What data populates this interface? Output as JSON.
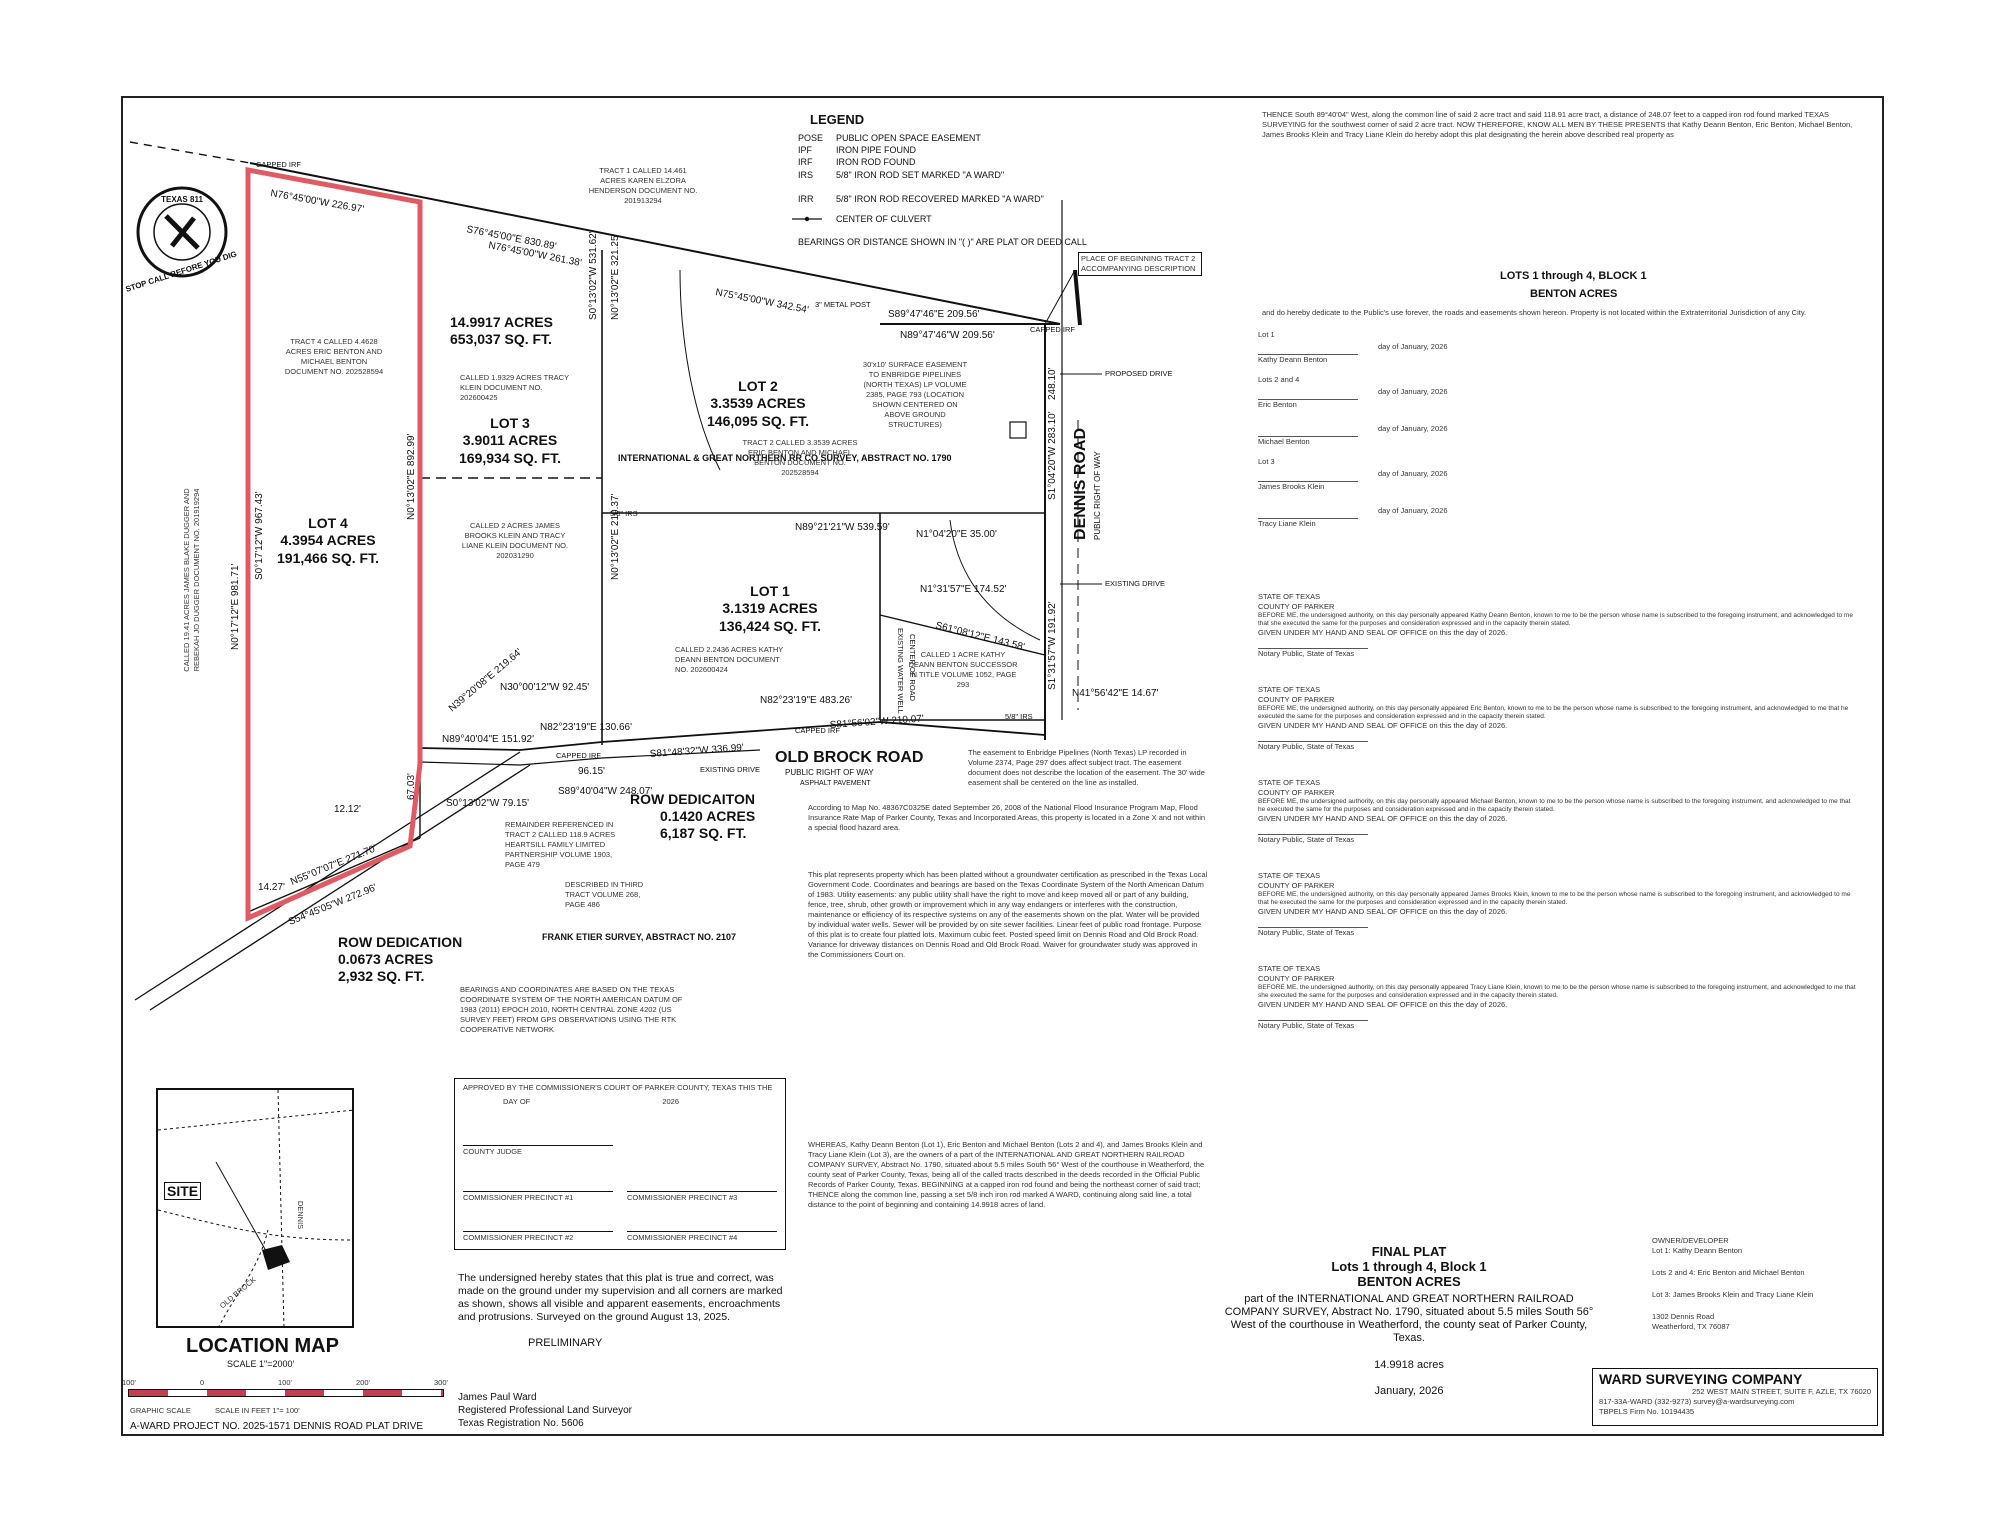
{
  "legend": {
    "title": "LEGEND",
    "items": [
      {
        "code": "POSE",
        "text": "PUBLIC OPEN SPACE EASEMENT"
      },
      {
        "code": "IPF",
        "text": "IRON PIPE FOUND"
      },
      {
        "code": "IRF",
        "text": "IRON ROD FOUND"
      },
      {
        "code": "IRS",
        "text": "5/8\" IRON ROD SET MARKED \"A WARD\""
      },
      {
        "code": "IRR",
        "text": "5/8\" IRON ROD RECOVERED MARKED \"A WARD\""
      },
      {
        "code": "",
        "text": "CENTER OF CULVERT"
      }
    ],
    "note": "BEARINGS OR DISTANCE SHOWN IN \"( )\" ARE PLAT OR DEED CALL"
  },
  "lots": [
    {
      "name": "LOT 1",
      "acres": "3.1319 ACRES",
      "sqft": "136,424 SQ. FT."
    },
    {
      "name": "LOT 2",
      "acres": "3.3539 ACRES",
      "sqft": "146,095 SQ. FT."
    },
    {
      "name": "LOT 3",
      "acres": "3.9011 ACRES",
      "sqft": "169,934 SQ. FT."
    },
    {
      "name": "LOT 4",
      "acres": "4.3954 ACRES",
      "sqft": "191,466 SQ. FT."
    }
  ],
  "total_area": {
    "acres": "14.9917 ACRES",
    "sqft": "653,037 SQ. FT."
  },
  "row_dedications": [
    {
      "title": "ROW DEDICAITON",
      "acres": "0.1420 ACRES",
      "sqft": "6,187 SQ. FT."
    },
    {
      "title": "ROW DEDICATION",
      "acres": "0.0673 ACRES",
      "sqft": "2,932 SQ. FT."
    }
  ],
  "roads": {
    "dennis": "DENNIS ROAD",
    "dennis_sub": "PUBLIC RIGHT OF WAY",
    "old_brock": "OLD BROCK ROAD",
    "old_brock_sub": "PUBLIC RIGHT OF WAY",
    "old_brock_sub2": "ASPHALT PAVEMENT"
  },
  "surveys": {
    "ign": "INTERNATIONAL & GREAT NORTHERN RR CO SURVEY, ABSTRACT NO. 1790",
    "frank": "FRANK ETIER SURVEY, ABSTRACT NO. 2107"
  },
  "bearings": [
    "N76°45'00\"W 226.97'",
    "S76°45'00\"E 830.89'",
    "N76°45'00\"W 261.38'",
    "N75°45'00\"W 342.54'",
    "S89°47'46\"E 209.56'",
    "N89°47'46\"W 209.56'",
    "N89°21'21\"W 539.59'",
    "N1°04'20\"E 35.00'",
    "N1°31'57\"E 174.52'",
    "S61°08'12\"E 143.58'",
    "S1°04'20\"W 283.10'",
    "S1°31'57\"W 191.92'",
    "N41°56'42\"E 14.67'",
    "S81°56'02\"W 210.07'",
    "N82°23'19\"E 483.26'",
    "S81°48'32\"W 336.99'",
    "N82°23'19\"E 130.66'",
    "N89°40'04\"E 151.92'",
    "S89°40'04\"W 248.07'",
    "S0°13'02\"W 79.15'",
    "N55°07'07\"E 271.70'",
    "S54°45'05\"W 272.96'",
    "N0°17'12\"E 981.71'",
    "S0°17'12\"W 967.43'",
    "N0°13'02\"E 892.99'",
    "S0°13'02\"W 531.62'",
    "N0°13'02\"E 321.25'",
    "N0°13'02\"E 210.37'",
    "N30°00'12\"W 92.45'",
    "N39°20'08\"E 219.64'",
    "96.15'",
    "12.12'",
    "14.27'",
    "67.03'",
    "248.10'"
  ],
  "callouts": {
    "tract1": "TRACT 1 CALLED 14.461 ACRES KAREN ELZORA HENDERSON DOCUMENT NO. 201913294",
    "tract4": "TRACT 4 CALLED 4.4628 ACRES ERIC BENTON AND MICHAEL BENTON DOCUMENT NO. 202528594",
    "klein1": "CALLED 1.9329 ACRES TRACY KLEIN DOCUMENT NO. 202600425",
    "tract2": "TRACT 2 CALLED 3.3539 ACRES ERIC BENTON AND MICHAEL BENTON DOCUMENT NO. 202528594",
    "klein2": "CALLED 2 ACRES JAMES BROOKS KLEIN AND TRACY LIANE KLEIN DOCUMENT NO. 202031290",
    "kathy1": "CALLED 2.2436 ACRES KATHY DEANN BENTON DOCUMENT NO. 202600424",
    "kathy2": "CALLED 1 ACRE KATHY DEANN BENTON SUCCESSOR IN TITLE VOLUME 1052, PAGE 293",
    "remainder": "REMAINDER REFERENCED IN TRACT 2 CALLED 118.9 ACRES HEARTSILL FAMILY LIMITED PARTNERSHIP VOLUME 1903, PAGE 479",
    "third": "DESCRIBED IN THIRD TRACT VOLUME 268, PAGE 486",
    "west": "CALLED 19.41 ACRES JAMES BLAKE DUGGER AND REBEKAH JO DUGGER DOCUMENT NO. 201919294",
    "pob": "PLACE OF BEGINNING TRACT 2 ACCOMPANYING DESCRIPTION",
    "easement": "30'x10' SURFACE EASEMENT TO ENBRIDGE PIPELINES (NORTH TEXAS) LP VOLUME 2385, PAGE 793 (LOCATION SHOWN CENTERED ON ABOVE GROUND STRUCTURES)",
    "capped": "CAPPED IRF",
    "metal_post": "3\" METAL POST",
    "existing_drive": "EXISTING DRIVE",
    "proposed_drive": "PROPOSED DRIVE",
    "water_well": "EXISTING WATER WELL",
    "road_center": "CENTER OF ROAD",
    "pond": "5/8\" IRS"
  },
  "coord_note": "BEARINGS AND COORDINATES ARE BASED ON THE TEXAS COORDINATE SYSTEM OF THE NORTH AMERICAN DATUM OF 1983 (2011) EPOCH 2010, NORTH CENTRAL ZONE 4202 (US SURVEY FEET) FROM GPS OBSERVATIONS USING THE RTK COOPERATIVE NETWORK",
  "dig_badge": {
    "top": "TEXAS 811",
    "bottom": "STOP CALL BEFORE YOU DIG"
  },
  "location_map": {
    "title": "LOCATION MAP",
    "scale": "SCALE 1\"=2000'",
    "site": "SITE",
    "road1": "DENNIS",
    "road2": "OLD BROCK"
  },
  "graphic_scale": {
    "label": "GRAPHIC SCALE",
    "unit": "SCALE IN FEET 1\"= 100'",
    "ticks": [
      "100'",
      "0",
      "100'",
      "200'",
      "300'"
    ]
  },
  "project": "A-WARD PROJECT NO. 2025-1571 DENNIS ROAD PLAT DRIVE",
  "commissioners": {
    "heading": "APPROVED BY THE COMMISSIONER'S COURT OF PARKER COUNTY, TEXAS THIS THE",
    "day": "DAY OF",
    "year": "2026",
    "judge": "COUNTY JUDGE",
    "p1": "COMMISSIONER PRECINCT #1",
    "p2": "COMMISSIONER PRECINCT #2",
    "p3": "COMMISSIONER PRECINCT #3",
    "p4": "COMMISSIONER PRECINCT #4"
  },
  "certification": "The undersigned hereby states that this plat is true and correct, was made on the ground under my supervision and all corners are marked as shown, shows all visible and apparent easements, encroachments and protrusions. Surveyed on the ground August 13, 2025.",
  "preliminary": "PRELIMINARY",
  "surveyor": {
    "name": "James Paul Ward",
    "title": "Registered Professional Land Surveyor",
    "reg": "Texas Registration No. 5606"
  },
  "notes_intro": "According to Map No. 48367C0325E dated September 26, 2008 of the National Flood Insurance Program Map, Flood Insurance Rate Map of Parker County, Texas and Incorporated Areas, this property is located in a Zone X and not within a special flood hazard area.",
  "notes_body": "This plat represents property which has been platted without a groundwater certification as prescribed in the Texas Local Government Code. Coordinates and bearings are based on the Texas Coordinate System of the North American Datum of 1983. Utility easements: any public utility shall have the right to move and keep moved all or part of any building, fence, tree, shrub, other growth or improvement which in any way endangers or interferes with the construction, maintenance or efficiency of its respective systems on any of the easements shown on the plat. Water will be provided by individual water wells. Sewer will be provided by on site sewer facilities. Linear feet of public road frontage. Purpose of this plat is to create four platted lots. Maximum cubic feet. Posted speed limit on Dennis Road and Old Brock Road. Variance for driveway distances on Dennis Road and Old Brock Road. Waiver for groundwater study was approved in the Commissioners Court on.",
  "notes_body2": "WHEREAS, Kathy Deann Benton (Lot 1), Eric Benton and Michael Benton (Lots 2 and 4), and James Brooks Klein and Tracy Liane Klein (Lot 3), are the owners of a part of the INTERNATIONAL AND GREAT NORTHERN RAILROAD COMPANY SURVEY, Abstract No. 1790, situated about 5.5 miles South 56° West of the courthouse in Weatherford, the county seat of Parker County, Texas, being all of the called tracts described in the deeds recorded in the Official Public Records of Parker County, Texas. BEGINNING at a capped iron rod found and being the northeast corner of said tract; THENCE along the common line, passing a set 5/8 inch iron rod marked A WARD, continuing along said line, a total distance to the point of beginning and containing 14.9918 acres of land.",
  "owner_statement": "THENCE South 89°40'04\" West, along the common line of said 2 acre tract and said 118.91 acre tract, a distance of 248.07 feet to a capped iron rod found marked TEXAS SURVEYING for the southwest corner of said 2 acre tract. NOW THEREFORE, KNOW ALL MEN BY THESE PRESENTS that Kathy Deann Benton, Eric Benton, Michael Benton, James Brooks Klein and Tracy Liane Klein do hereby adopt this plat designating the herein above described real property as",
  "dedication_title": "LOTS 1 through 4, BLOCK 1",
  "dedication_sub": "BENTON ACRES",
  "dedication_text": "and do hereby dedicate to the Public's use forever, the roads and easements shown hereon. Property is not located within the Extraterritorial Jurisdiction of any City.",
  "owners_block": [
    {
      "lot": "Lot 1",
      "name": "Kathy Deann Benton",
      "date": "day of January, 2026"
    },
    {
      "lot": "Lots 2 and 4",
      "name": "Eric Benton",
      "date": "day of January, 2026"
    },
    {
      "lot": "",
      "name": "Michael Benton",
      "date": "day of January, 2026"
    },
    {
      "lot": "Lot 3",
      "name": "James Brooks Klein",
      "date": "day of January, 2026"
    },
    {
      "lot": "",
      "name": "Tracy Liane Klein",
      "date": "day of January, 2026"
    }
  ],
  "notary_blocks": [
    {
      "state": "STATE OF TEXAS",
      "county": "COUNTY OF PARKER",
      "text": "BEFORE ME, the undersigned authority, on this day personally appeared Kathy Deann Benton, known to me to be the person whose name is subscribed to the foregoing instrument, and acknowledged to me that she executed the same for the purposes and consideration expressed and in the capacity therein stated.",
      "seal": "GIVEN UNDER MY HAND AND SEAL OF OFFICE on this the day of 2026.",
      "sig": "Notary Public, State of Texas"
    },
    {
      "state": "STATE OF TEXAS",
      "county": "COUNTY OF PARKER",
      "text": "BEFORE ME, the undersigned authority, on this day personally appeared Eric Benton, known to me to be the person whose name is subscribed to the foregoing instrument, and acknowledged to me that he executed the same for the purposes and consideration expressed and in the capacity therein stated.",
      "seal": "GIVEN UNDER MY HAND AND SEAL OF OFFICE on this the day of 2026.",
      "sig": "Notary Public, State of Texas"
    },
    {
      "state": "STATE OF TEXAS",
      "county": "COUNTY OF PARKER",
      "text": "BEFORE ME, the undersigned authority, on this day personally appeared Michael Benton, known to me to be the person whose name is subscribed to the foregoing instrument, and acknowledged to me that he executed the same for the purposes and consideration expressed and in the capacity therein stated.",
      "seal": "GIVEN UNDER MY HAND AND SEAL OF OFFICE on this the day of 2026.",
      "sig": "Notary Public, State of Texas"
    },
    {
      "state": "STATE OF TEXAS",
      "county": "COUNTY OF PARKER",
      "text": "BEFORE ME, the undersigned authority, on this day personally appeared James Brooks Klein, known to me to be the person whose name is subscribed to the foregoing instrument, and acknowledged to me that he executed the same for the purposes and consideration expressed and in the capacity therein stated.",
      "seal": "GIVEN UNDER MY HAND AND SEAL OF OFFICE on this the day of 2026.",
      "sig": "Notary Public, State of Texas"
    },
    {
      "state": "STATE OF TEXAS",
      "county": "COUNTY OF PARKER",
      "text": "BEFORE ME, the undersigned authority, on this day personally appeared Tracy Liane Klein, known to me to be the person whose name is subscribed to the foregoing instrument, and acknowledged to me that she executed the same for the purposes and consideration expressed and in the capacity therein stated.",
      "seal": "GIVEN UNDER MY HAND AND SEAL OF OFFICE on this the day of 2026.",
      "sig": "Notary Public, State of Texas"
    }
  ],
  "easement_note": "The easement to Enbridge Pipelines (North Texas) LP recorded in Volume 2374, Page 297 does affect subject tract. The easement document does not describe the location of the easement. The 30' wide easement shall be centered on the line as installed.",
  "title_block": {
    "line1": "FINAL PLAT",
    "line2": "Lots 1 through 4, Block 1",
    "line3": "BENTON ACRES",
    "desc": "part of the INTERNATIONAL AND GREAT NORTHERN RAILROAD COMPANY SURVEY, Abstract No. 1790, situated about 5.5 miles South 56° West of the courthouse in Weatherford, the county seat of Parker County, Texas.",
    "acres": "14.9918 acres",
    "date": "January, 2026"
  },
  "owner_developer": {
    "heading": "OWNER/DEVELOPER",
    "lines": [
      "Lot 1: Kathy Deann Benton",
      "Lots 2 and 4: Eric Benton and Michael Benton",
      "Lot 3: James Brooks Klein and Tracy Liane Klein",
      "1302 Dennis Road",
      "Weatherford, TX 76087"
    ]
  },
  "company": {
    "name": "WARD SURVEYING COMPANY",
    "addr": "252 WEST MAIN STREET, SUITE F, AZLE, TX 76020",
    "phone": "817-33A-WARD (332-9273)   survey@a-wardsurveying.com",
    "firm": "TBPELS Firm No. 10194435"
  },
  "colors": {
    "boundary_highlight": "#e05a63",
    "line": "#111111",
    "page": "#ffffff"
  }
}
